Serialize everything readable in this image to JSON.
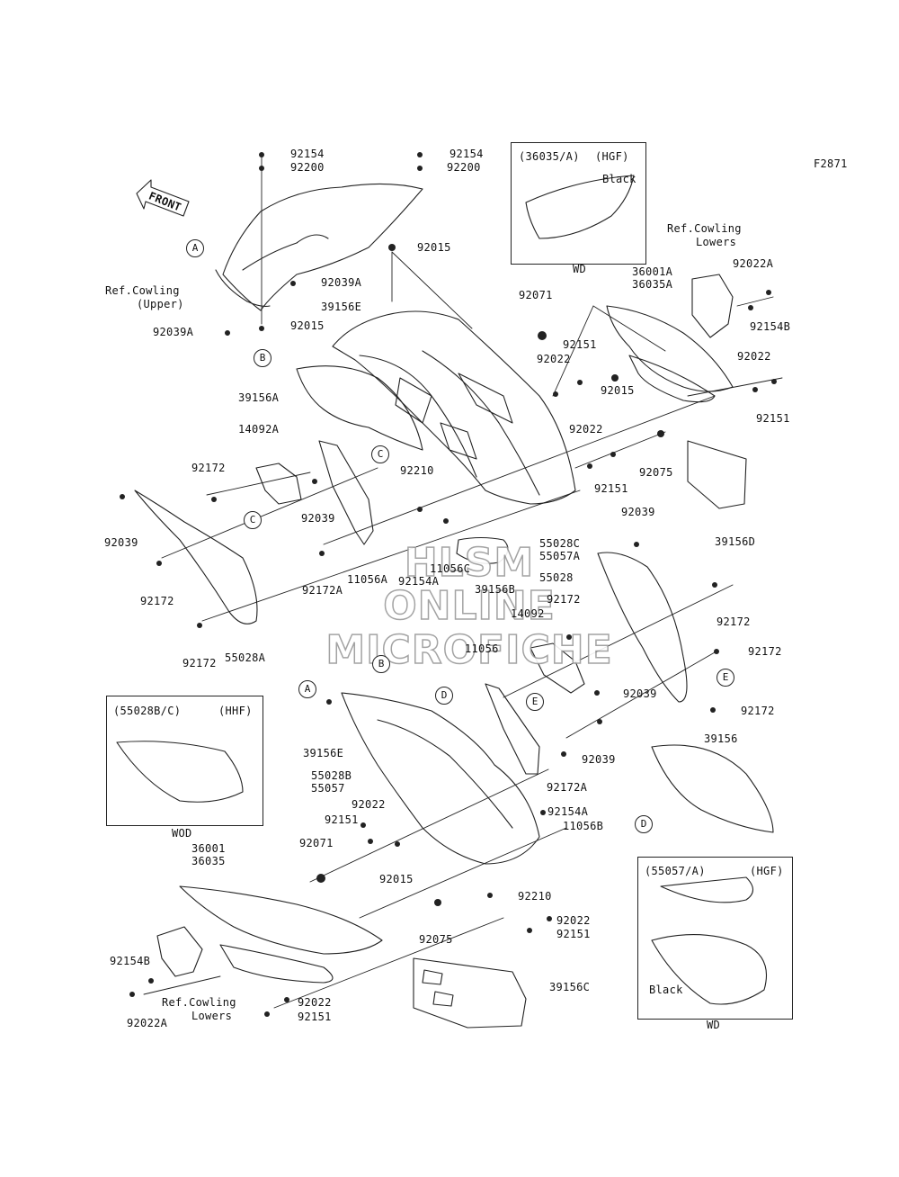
{
  "figure_code": "F2871",
  "front_label": "FRONT",
  "watermark": [
    "HLSM",
    "ONLINE",
    "MICROFICHE"
  ],
  "callouts": [
    "A",
    "B",
    "C",
    "D",
    "E"
  ],
  "parts": {
    "p92154_a": "92154",
    "p92200_a": "92200",
    "p92154_b": "92154",
    "p92200_b": "92200",
    "p92015_a": "92015",
    "p92039A_a": "92039A",
    "p92039A_b": "92039A",
    "p92015_b": "92015",
    "p39156E_a": "39156E",
    "p39156A": "39156A",
    "p14092A": "14092A",
    "p92172_a": "92172",
    "p92039_a": "92039",
    "p92039_b": "92039",
    "p92172_b": "92172",
    "p92172_c": "92172",
    "p55028A": "55028A",
    "p92172A_a": "92172A",
    "p11056A": "11056A",
    "p92210_a": "92210",
    "p92154A_a": "92154A",
    "p11056C": "11056C",
    "p39156B": "39156B",
    "p55028C": "55028C",
    "p55057A": "55057A",
    "p55028": "55028",
    "p92039_c": "92039",
    "p92071_a": "92071",
    "p92022_a": "92022",
    "p92151_a": "92151",
    "p92015_c": "92015",
    "p92022_b": "92022",
    "p92151_b": "92151",
    "p92075_a": "92075",
    "p36001A": "36001A",
    "p36035A": "36035A",
    "p92022A_a": "92022A",
    "p92154B_a": "92154B",
    "p92022_c": "92022",
    "p92151_c": "92151",
    "p39156D": "39156D",
    "p92172_d": "92172",
    "p14092": "14092",
    "p92172_e": "92172",
    "p11056": "11056",
    "p92039_d": "92039",
    "p92172_f": "92172",
    "p92039_e": "92039",
    "p92172A_b": "92172A",
    "p39156": "39156",
    "p39156E_b": "39156E",
    "p55028B": "55028B",
    "p55057": "55057",
    "p92022_d": "92022",
    "p92151_d": "92151",
    "p92071_b": "92071",
    "p92015_d": "92015",
    "p36001": "36001",
    "p36035": "36035",
    "p92154A_b": "92154A",
    "p11056B": "11056B",
    "p92210_b": "92210",
    "p92022_e": "92022",
    "p92151_e": "92151",
    "p92075_b": "92075",
    "p39156C": "39156C",
    "p92154B_b": "92154B",
    "p92022A_b": "92022A",
    "p92022_f": "92022",
    "p92151_f": "92151"
  },
  "refs": {
    "cowling_upper_1": "Ref.Cowling",
    "cowling_upper_2": "(Upper)",
    "cowling_lowers_top_1": "Ref.Cowling",
    "cowling_lowers_top_2": "Lowers",
    "cowling_lowers_bot_1": "Ref.Cowling",
    "cowling_lowers_bot_2": "Lowers"
  },
  "insets": {
    "hgf_top": {
      "code": "(36035/A)",
      "variant": "(HGF)",
      "note": "Black",
      "footer": "WD"
    },
    "hhf": {
      "code": "(55028B/C)",
      "variant": "(HHF)",
      "footer": "WOD"
    },
    "hgf_bottom": {
      "code": "(55057/A)",
      "variant": "(HGF)",
      "note": "Black",
      "footer": "WD"
    }
  },
  "colors": {
    "line": "#222222",
    "watermark_outline": "#9a9a9a",
    "background": "#ffffff"
  }
}
